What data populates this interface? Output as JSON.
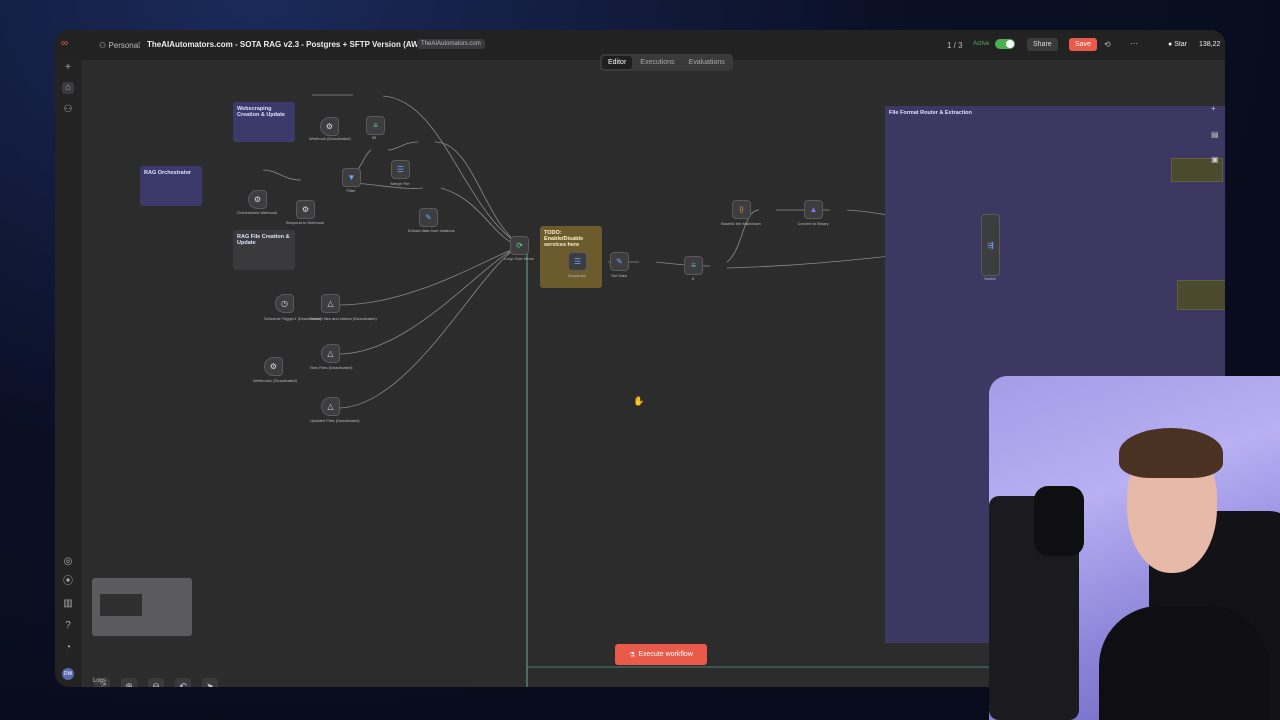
{
  "topbar": {
    "workspace": "Personal",
    "workflow_title": "TheAIAutomators.com - SOTA RAG v2.3 - Postgres + SFTP Version (AW) copy",
    "tag": "TheAIAutomators.com",
    "tabs": [
      {
        "label": "Editor",
        "active": true
      },
      {
        "label": "Executions",
        "active": false
      },
      {
        "label": "Evaluations",
        "active": false
      }
    ],
    "pager": "1 / 3",
    "active_label": "Active",
    "share_label": "Share",
    "save_label": "Save",
    "github_star_label": "Star",
    "github_star_count": "138,22"
  },
  "canvas": {
    "stickies": [
      {
        "text": "Webscraping Creation & Update",
        "color": "#3b3a6b"
      },
      {
        "text": "RAG Orchestrator",
        "color": "#3b3a6b"
      },
      {
        "text": "RAG File Creation & Update",
        "color": "#3a3a3c"
      },
      {
        "text": "TODO: Enable/Disable services here",
        "color": "#6b5b2d"
      },
      {
        "text": "File Format Router & Extraction",
        "color": "#3c3862"
      }
    ],
    "nodes": [
      {
        "label": "Webhook (Deactivated)"
      },
      {
        "label": "If3"
      },
      {
        "label": "Filter"
      },
      {
        "label": "Merge File"
      },
      {
        "label": "Orchestrator Webhook"
      },
      {
        "label": "Respond to Webhook"
      },
      {
        "label": "Extract data from relations"
      },
      {
        "label": "Loop Over Items"
      },
      {
        "label": "Download"
      },
      {
        "label": "Set Data"
      },
      {
        "label": "If"
      },
      {
        "label": "Base64 the Markdown"
      },
      {
        "label": "Convert to Binary"
      },
      {
        "label": "Switch"
      },
      {
        "label": "Schedule Trigger1 (Deactivated)"
      },
      {
        "label": "Search files and folders (Deactivated)"
      },
      {
        "label": "Webhook1 (Deactivated)"
      },
      {
        "label": "New Files (Deactivated)"
      },
      {
        "label": "Updated Files (Deactivated)"
      }
    ],
    "execute_label": "Execute workflow",
    "logs_label": "Logs"
  },
  "icons": {
    "webhook": "webhook-icon",
    "if": "branch-icon",
    "filter": "funnel-icon",
    "schedule": "clock-icon",
    "drive": "google-drive-icon",
    "edit": "pencil-icon",
    "code": "code-braces-icon"
  },
  "colors": {
    "accent": "#ea5a4a",
    "toggle": "#4caf50",
    "canvas": "#2c2c2d"
  }
}
